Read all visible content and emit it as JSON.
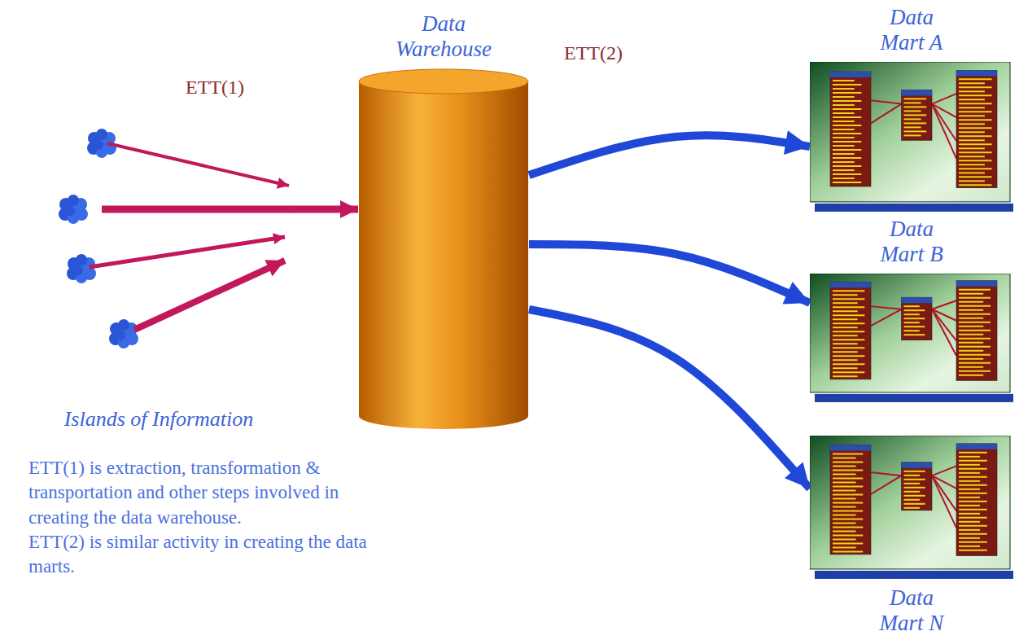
{
  "diagram": {
    "nodes": [
      {
        "text": [
          "Islands of Information"
        ]
      },
      {
        "text": [
          "Data Warehouse"
        ]
      },
      {
        "text": [
          "Data Mart A"
        ]
      },
      {
        "text": [
          "Data Mart B"
        ]
      },
      {
        "text": [
          "Data Mart N"
        ]
      }
    ],
    "edges": [
      {
        "from": 0,
        "to": 1,
        "arrow": "to",
        "label": "ETT(1)"
      },
      {
        "from": 1,
        "to": 2,
        "arrow": "to",
        "label": "ETT(2)"
      },
      {
        "from": 1,
        "to": 3,
        "arrow": "to"
      },
      {
        "from": 1,
        "to": 4,
        "arrow": "to"
      }
    ],
    "labels": [
      "ETT(1) is extraction, transformation & transportation and other steps involved in creating the data warehouse.",
      "ETT(2) is similar activity in creating the data marts."
    ]
  }
}
